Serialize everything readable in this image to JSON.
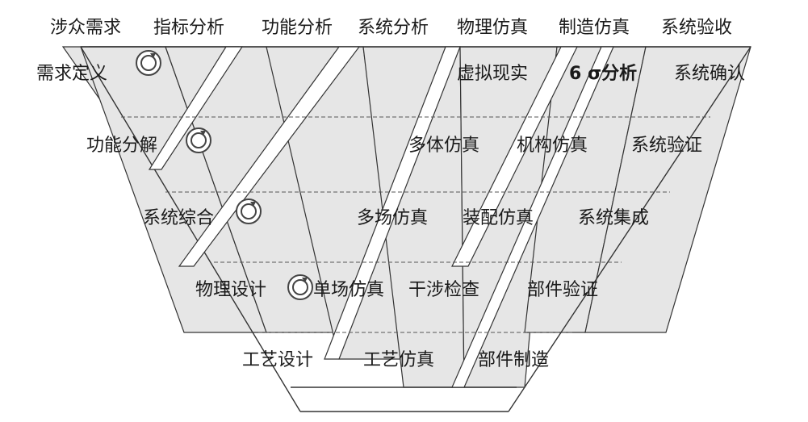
{
  "header": {
    "columns": [
      "涉众需求",
      "指标分析",
      "功能分析",
      "系统分析",
      "物理仿真",
      "制造仿真",
      "系统验收"
    ]
  },
  "left_stages": [
    "需求定义",
    "功能分解",
    "系统综合",
    "物理设计",
    "工艺设计"
  ],
  "right_stages": [
    "系统确认",
    "系统验证",
    "系统集成",
    "部件验证",
    "部件制造"
  ],
  "grid": {
    "row1": [
      "虚拟现实",
      "6 σ分析"
    ],
    "row2": [
      "多体仿真",
      "机构仿真"
    ],
    "row3": [
      "多场仿真",
      "装配仿真"
    ],
    "row4": [
      "单场仿真",
      "干涉检查"
    ],
    "row5": [
      "工艺仿真"
    ]
  },
  "icons": [
    "cycle-icon",
    "cycle-icon",
    "cycle-icon",
    "cycle-icon"
  ],
  "colors": {
    "fill": "#e6e6e6",
    "stroke": "#333333",
    "dashed": "#555555",
    "background": "#ffffff"
  }
}
